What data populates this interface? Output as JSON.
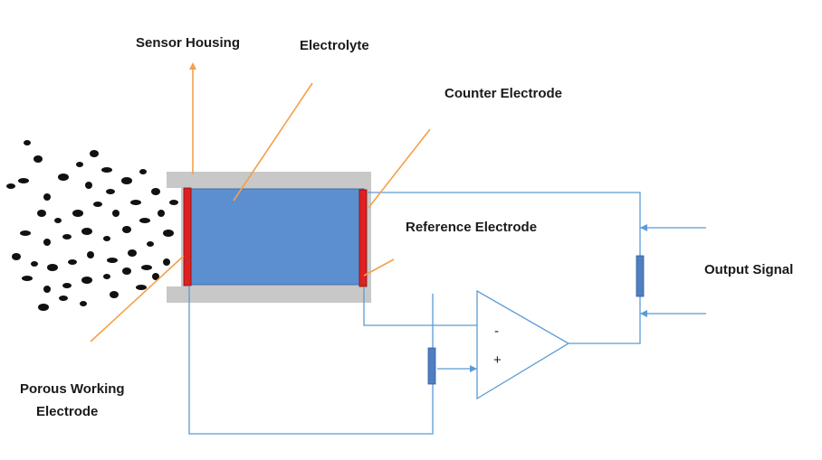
{
  "labels": {
    "sensor_housing": "Sensor Housing",
    "electrolyte": "Electrolyte",
    "counter_electrode": "Counter Electrode",
    "reference_electrode": "Reference Electrode",
    "output_signal": "Output Signal",
    "porous_working_line1": "Porous Working",
    "porous_working_line2": "Electrode",
    "amp_minus": "-",
    "amp_plus": "+"
  },
  "colors": {
    "housing": "#c8c8c8",
    "electrolyte": "#5b8fd0",
    "electrolyte_border": "#3f6fa8",
    "electrode": "#e02020",
    "wire": "#5b9bd5",
    "resistor": "#4f7fbf",
    "leader": "#f4a04a",
    "gas": "#111111"
  }
}
